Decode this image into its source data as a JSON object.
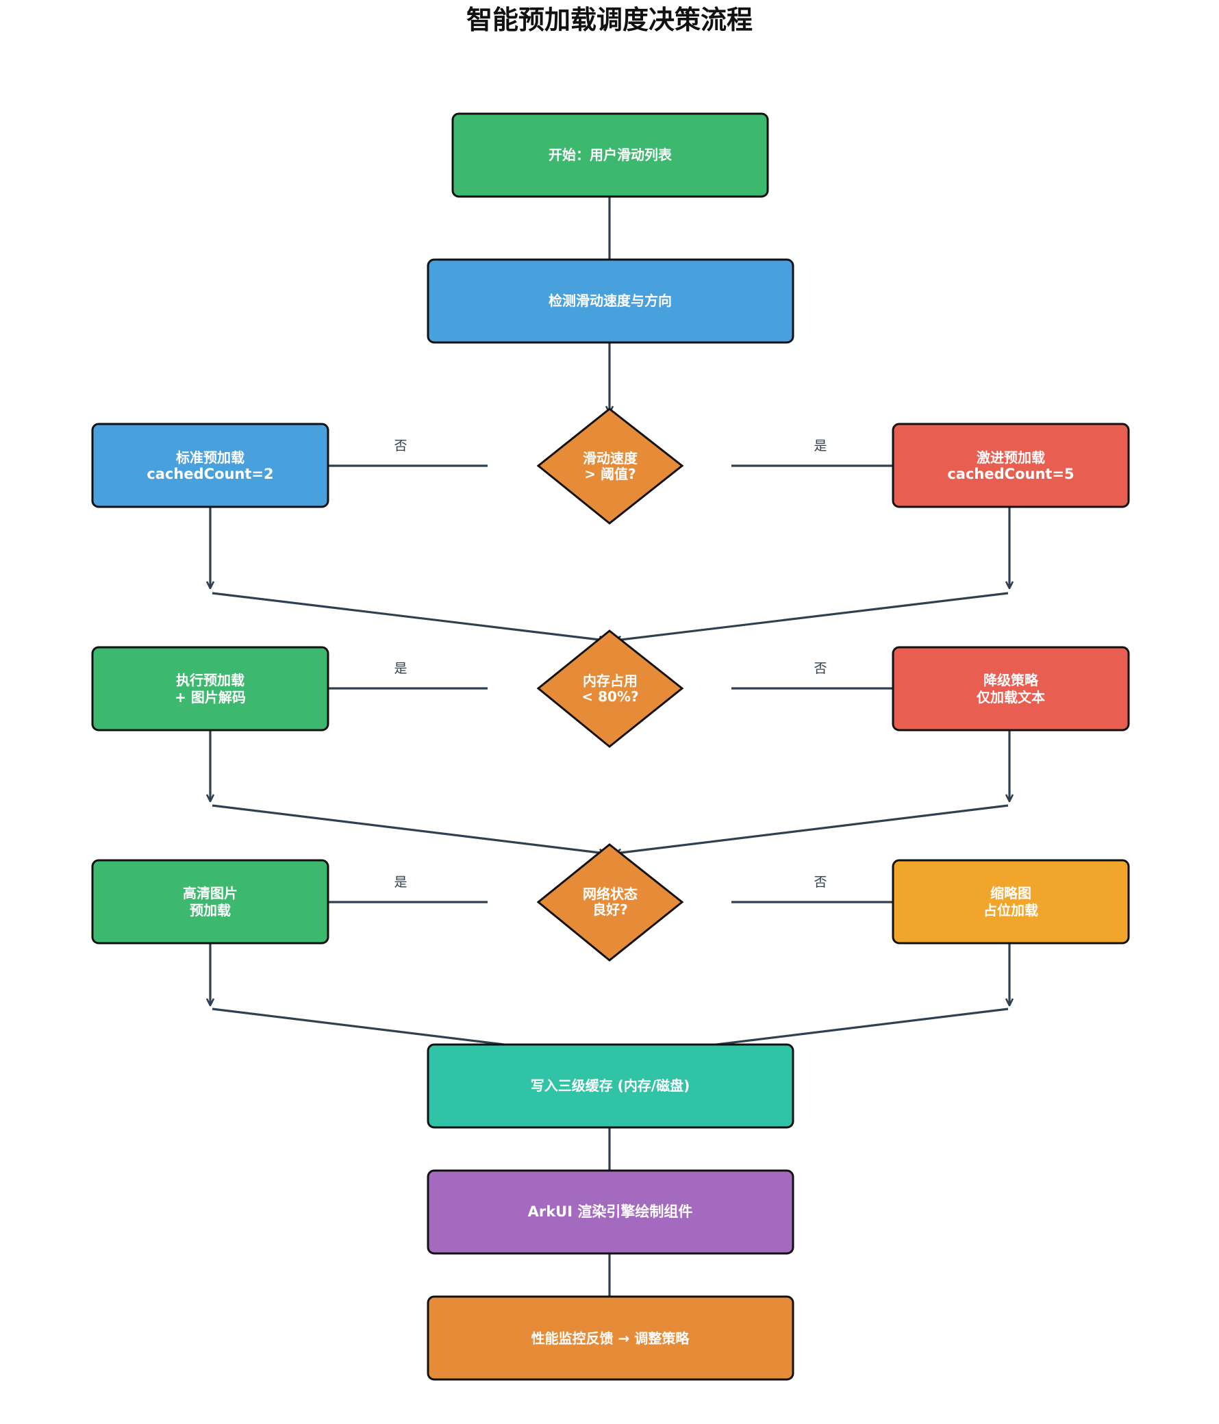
{
  "title": "智能预加载调度决策流程",
  "colors": {
    "green": "#3db86f",
    "blue": "#48a0dd",
    "red": "#e85e50",
    "orange": "#e68b38",
    "yellow": "#f2a52b",
    "teal": "#31c3a5",
    "purple": "#a46ac0",
    "line": "#2f4050"
  },
  "nodes": {
    "start": {
      "lines": [
        "开始：用户滑动列表"
      ]
    },
    "detect": {
      "lines": [
        "检测滑动速度与方向"
      ]
    },
    "decision_speed": {
      "lines": [
        "滑动速度",
        "> 阈值?"
      ]
    },
    "standard_preload": {
      "lines": [
        "标准预加载",
        "cachedCount=2"
      ]
    },
    "aggressive_preload": {
      "lines": [
        "激进预加载",
        "cachedCount=5"
      ]
    },
    "decision_memory": {
      "lines": [
        "内存占用",
        "< 80%?"
      ]
    },
    "execute_preload": {
      "lines": [
        "执行预加载",
        "+ 图片解码"
      ]
    },
    "degrade": {
      "lines": [
        "降级策略",
        "仅加载文本"
      ]
    },
    "decision_network": {
      "lines": [
        "网络状态",
        "良好?"
      ]
    },
    "hd_preload": {
      "lines": [
        "高清图片",
        "预加载"
      ]
    },
    "thumbnail": {
      "lines": [
        "缩略图",
        "占位加载"
      ]
    },
    "cache": {
      "lines": [
        "写入三级缓存 (内存/磁盘)"
      ]
    },
    "render": {
      "lines": [
        "ArkUI 渲染引擎绘制组件"
      ]
    },
    "feedback": {
      "lines": [
        "性能监控反馈 → 调整策略"
      ]
    }
  },
  "edge_labels": {
    "speed_no": "否",
    "speed_yes": "是",
    "memory_yes": "是",
    "memory_no": "否",
    "network_yes": "是",
    "network_no": "否"
  }
}
